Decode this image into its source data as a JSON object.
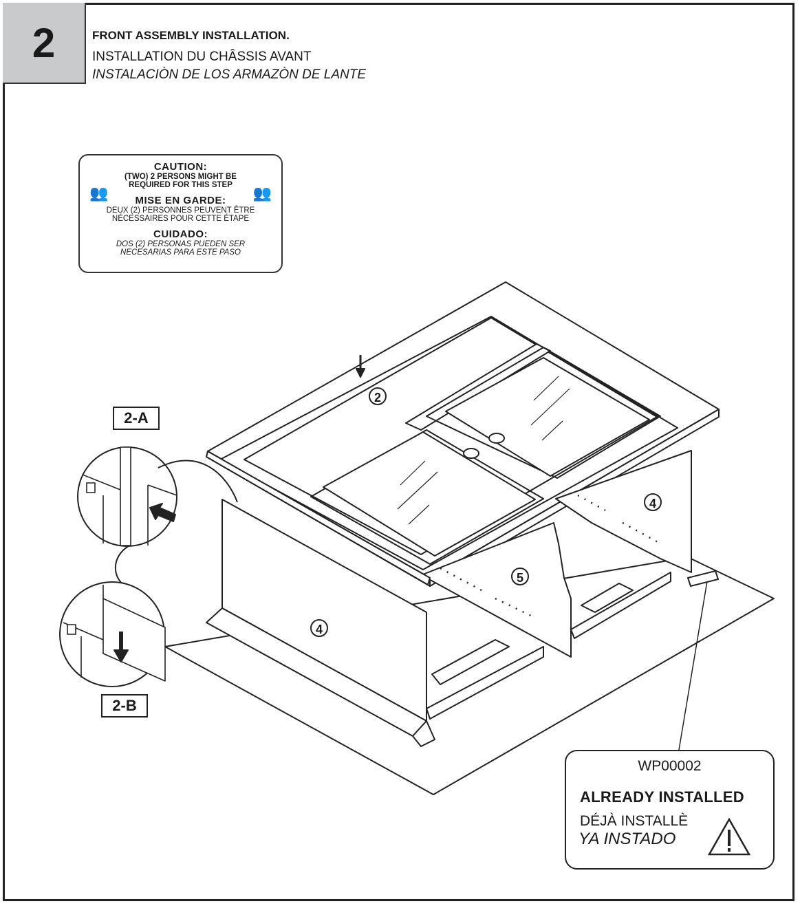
{
  "step": {
    "number": "2"
  },
  "title": {
    "en": "FRONT ASSEMBLY INSTALLATION.",
    "fr": "INSTALLATION DU CHÂSSIS AVANT",
    "es": "INSTALACIÒN DE LOS ARMAZÒN DE LANTE"
  },
  "caution": {
    "en_heading": "CAUTION:",
    "en_line1": "(TWO) 2 PERSONS MIGHT BE",
    "en_line2": "REQUIRED FOR THIS STEP",
    "fr_heading": "MISE EN GARDE:",
    "fr_line1": "DEUX (2) PERSONNES PEUVENT ÊTRE",
    "fr_line2": "NÉCESSAIRES POUR CETTE ÉTAPE",
    "es_heading": "CUIDADO:",
    "es_line1": "DOS (2) PERSONAS PUEDEN SER",
    "es_line2": "NECESARIAS PARA ESTE PASO",
    "icon": "two-persons-icon"
  },
  "callouts": {
    "a": "2-A",
    "b": "2-B"
  },
  "parts": {
    "top_panel": "2",
    "side_panel": "4",
    "divider": "5"
  },
  "hardware": {
    "code": "WP00002",
    "status_en": "ALREADY INSTALLED",
    "status_fr": "DÉJÀ INSTALLÈ",
    "status_es": "YA INSTADO",
    "icon": "warning-triangle-icon"
  }
}
